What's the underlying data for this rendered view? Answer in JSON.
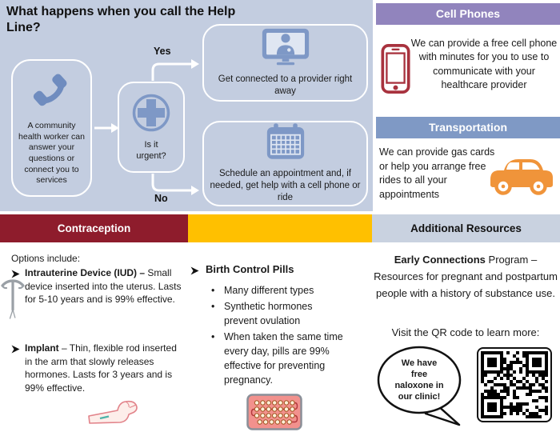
{
  "flowchart": {
    "title": "What happens when you call the Help Line?",
    "start": "A community health worker can answer your questions or connect you to services",
    "decision": "Is it urgent?",
    "yes_label": "Yes",
    "no_label": "No",
    "yes_outcome": "Get connected to a provider right away",
    "no_outcome": "Schedule an appointment and, if needed, get help with a cell phone or ride"
  },
  "cell_phones": {
    "header": "Cell Phones",
    "body": "We can provide a free cell phone with minutes for you to use to communicate with your healthcare provider"
  },
  "transportation": {
    "header": "Transportation",
    "body": "We can provide gas cards or help you arrange free rides to all your appointments"
  },
  "contraception": {
    "header": "Contraception",
    "intro": "Options include:",
    "sub_bullet_glyph": "•",
    "iud_title": "Intrauterine Device (IUD) –",
    "iud_body": " Small device inserted into the uterus. Lasts for 5-10 years and is 99% effective.",
    "implant_title": "Implant",
    "implant_body": " – Thin, flexible rod inserted in the arm that slowly releases hormones. Lasts for 3 years and is 99% effective.",
    "pills_title": "Birth Control Pills",
    "pills_bullets": [
      "Many different types",
      "Synthetic hormones prevent ovulation",
      "When taken the same time every day, pills are 99% effective for preventing pregnancy."
    ]
  },
  "additional_resources": {
    "header": "Additional Resources",
    "program_bold": "Early Connections",
    "program_rest": " Program – Resources for pregnant and postpartum people with a history of substance use.",
    "qr_prompt": "Visit the QR code to learn more:",
    "bubble_lines": [
      "We have",
      "free",
      "naloxone in",
      "our clinic!"
    ]
  },
  "icons": {
    "start_box": "phone-handset-icon",
    "decision_box": "medical-cross-icon",
    "yes_box": "telehealth-monitor-icon",
    "no_box": "calendar-icon",
    "cell_phones": "cell-phone-icon",
    "transportation": "car-icon",
    "iud": "iud-icon",
    "implant": "implant-arm-icon",
    "pills": "pill-pack-icon",
    "resources": "qr-code"
  },
  "colors": {
    "flow_bg": "#c3cde0",
    "flow_icon_blue": "#7e98c6",
    "cell_header_purple": "#9184bd",
    "transport_header_blue": "#7f99c5",
    "contraception_header_maroon": "#8e1c2c",
    "middle_header_yellow": "#ffc000",
    "resources_header_gray": "#c9d2e0",
    "phone_red": "#a8323e",
    "car_orange": "#f0943a",
    "pill_pink": "#f2918d"
  }
}
